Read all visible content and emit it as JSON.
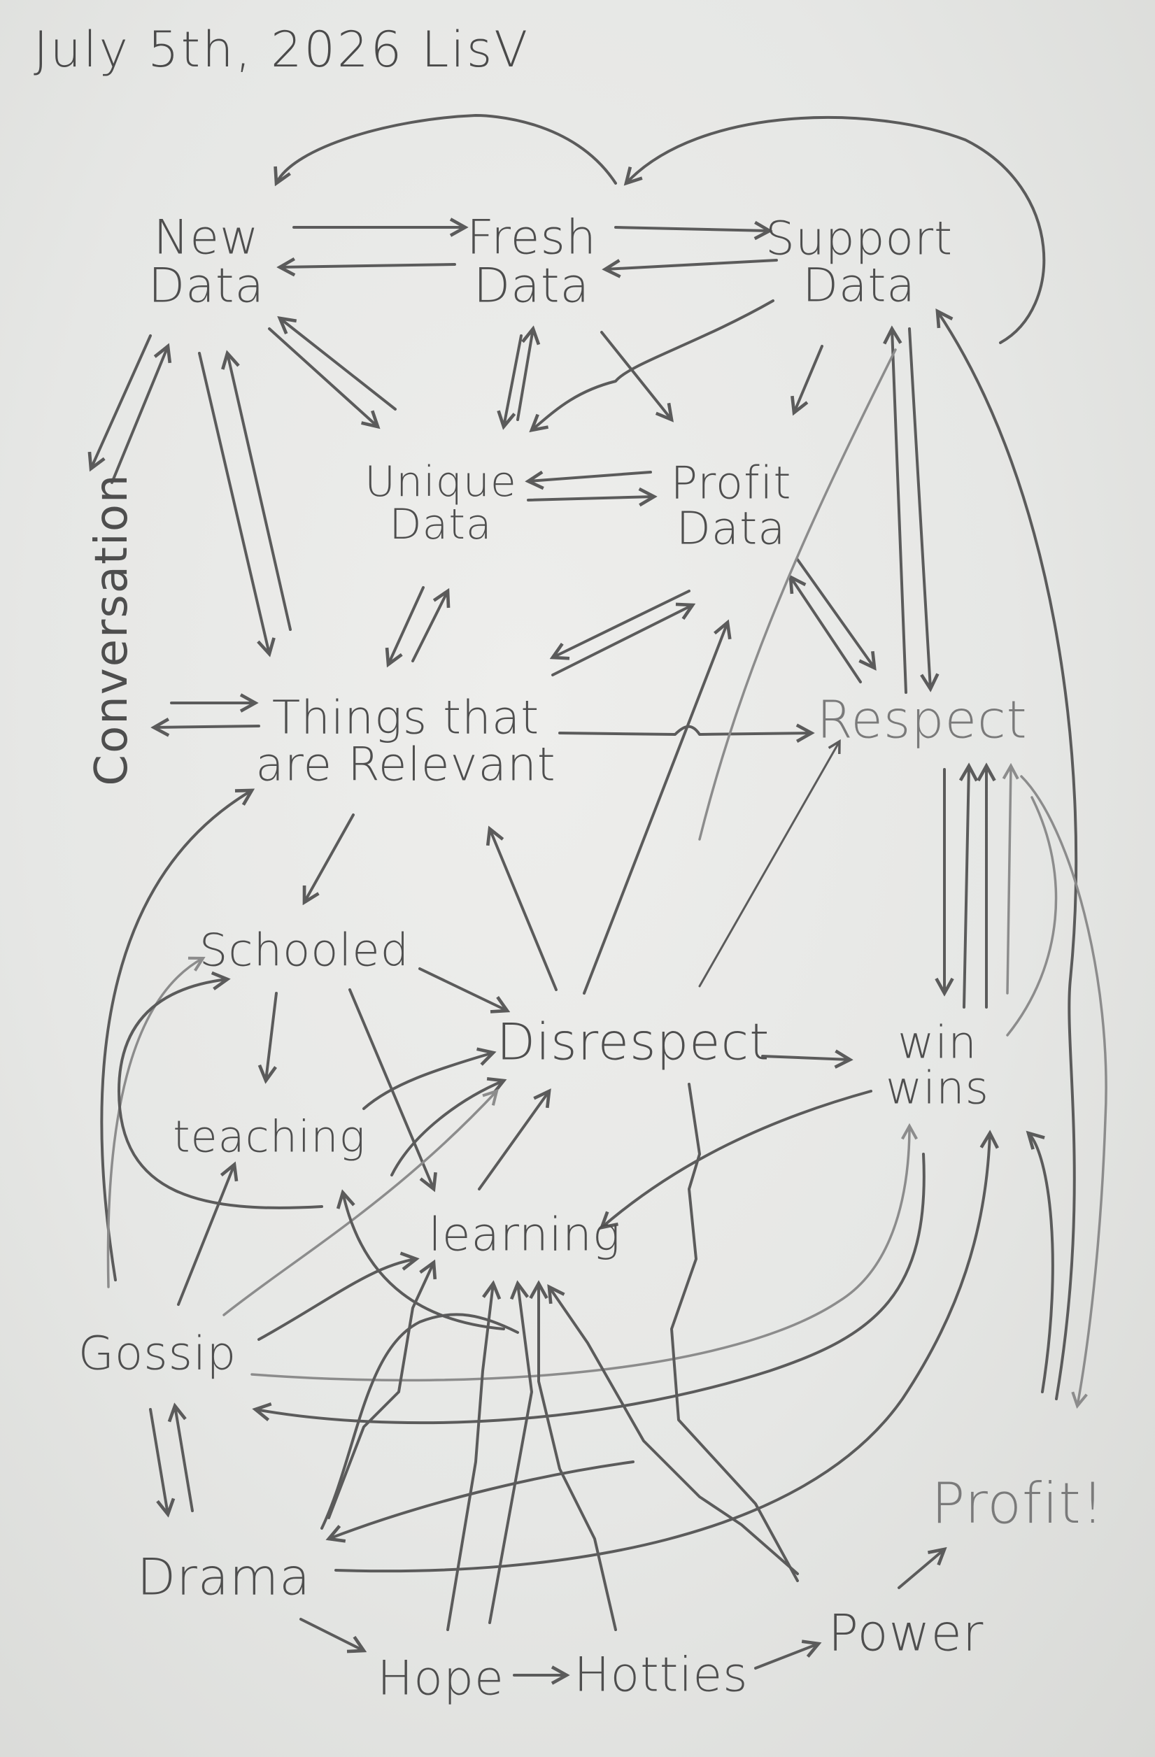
{
  "header": {
    "date_signature": "July 5th, 2026 LisV"
  },
  "nodes": {
    "new_data": {
      "line1": "New",
      "line2": "Data"
    },
    "fresh_data": {
      "line1": "Fresh",
      "line2": "Data"
    },
    "support_data": {
      "line1": "Support",
      "line2": "Data"
    },
    "unique_data": {
      "line1": "Unique",
      "line2": "Data"
    },
    "profit_data": {
      "line1": "Profit",
      "line2": "Data"
    },
    "conversation": "Conversation",
    "things_relevant": {
      "line1": "Things that",
      "line2": "are Relevant"
    },
    "respect": "Respect",
    "schooled": "Schooled",
    "disrespect": "Disrespect",
    "win_wins": {
      "line1": "win",
      "line2": "wins"
    },
    "teaching": "teaching",
    "learning": "learning",
    "gossip": "Gossip",
    "drama": "Drama",
    "hope": "Hope",
    "hotties": "Hotties",
    "power": "Power",
    "profit": "Profit!"
  },
  "colors": {
    "paper": "#e8e9e7",
    "pencil": "#5b5b5b",
    "pencil_faint": "#8c8c8c"
  }
}
